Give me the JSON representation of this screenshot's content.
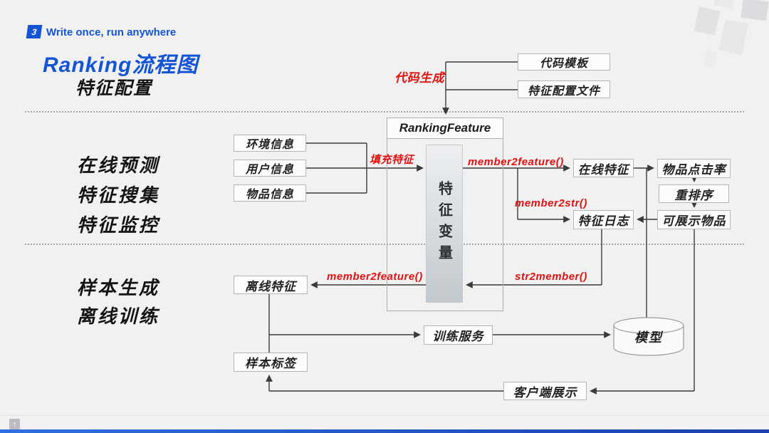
{
  "header": {
    "badge": "3",
    "tagline": "Write once, run anywhere",
    "title": "Ranking流程图",
    "subtitle": "特征配置"
  },
  "labels": {
    "online_predict": "在线预测",
    "feature_collect": "特征搜集",
    "feature_monitor": "特征监控",
    "sample_gen": "样本生成",
    "offline_train": "离线训练"
  },
  "nodes": {
    "code_template": "代码模板",
    "feature_config_file": "特征配置文件",
    "ranking_feature": "RankingFeature",
    "feature_variable": "特征变量",
    "env_info": "环境信息",
    "user_info": "用户信息",
    "item_info": "物品信息",
    "online_feature": "在线特征",
    "item_ctr": "物品点击率",
    "rerank": "重排序",
    "displayable_items": "可展示物品",
    "feature_log": "特征日志",
    "offline_feature": "离线特征",
    "training_service": "训练服务",
    "model": "模型",
    "sample_label": "样本标签",
    "client_display": "客户端展示"
  },
  "edges": {
    "code_gen": "代码生成",
    "fill_feature": "填充特征",
    "member2feature_online": "member2feature()",
    "member2str": "member2str()",
    "member2feature_offline": "member2feature()",
    "str2member": "str2member()"
  },
  "icons": {
    "watermark_logo": "↑"
  },
  "colors": {
    "accent_blue": "#1454d6",
    "label_red": "#e11212",
    "wire": "#3b3b3b",
    "background": "#f1f1f2"
  }
}
